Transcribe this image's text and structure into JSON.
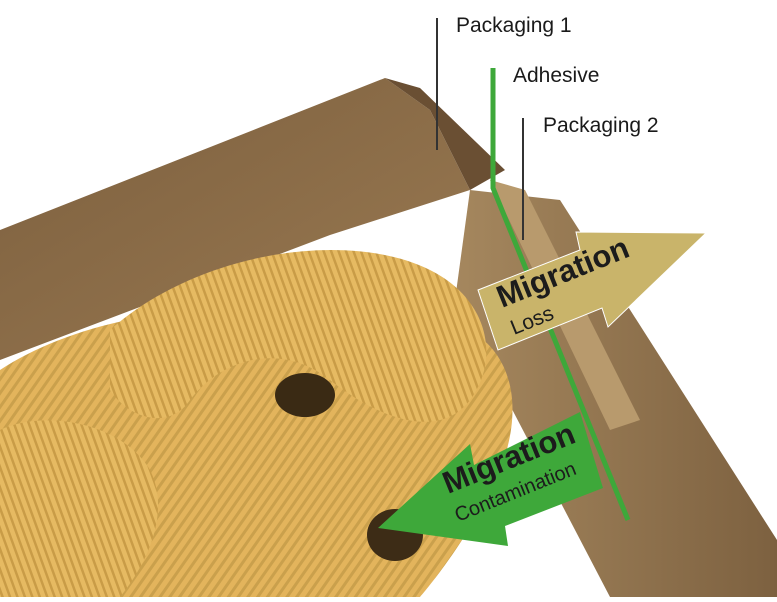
{
  "labels": {
    "packaging_1": "Packaging 1",
    "adhesive": "Adhesive",
    "packaging_2": "Packaging 2"
  },
  "arrows": {
    "loss": {
      "title": "Migration",
      "subtitle": "Loss",
      "color": "#c9b46a"
    },
    "contamination": {
      "title": "Migration",
      "subtitle": "Contamination",
      "color": "#3ea83a"
    }
  },
  "colors": {
    "cardboard": "#8a6a45",
    "pasta": "#e2b25a",
    "adhesive_line": "#3ea83a",
    "leader_line": "#333333"
  }
}
